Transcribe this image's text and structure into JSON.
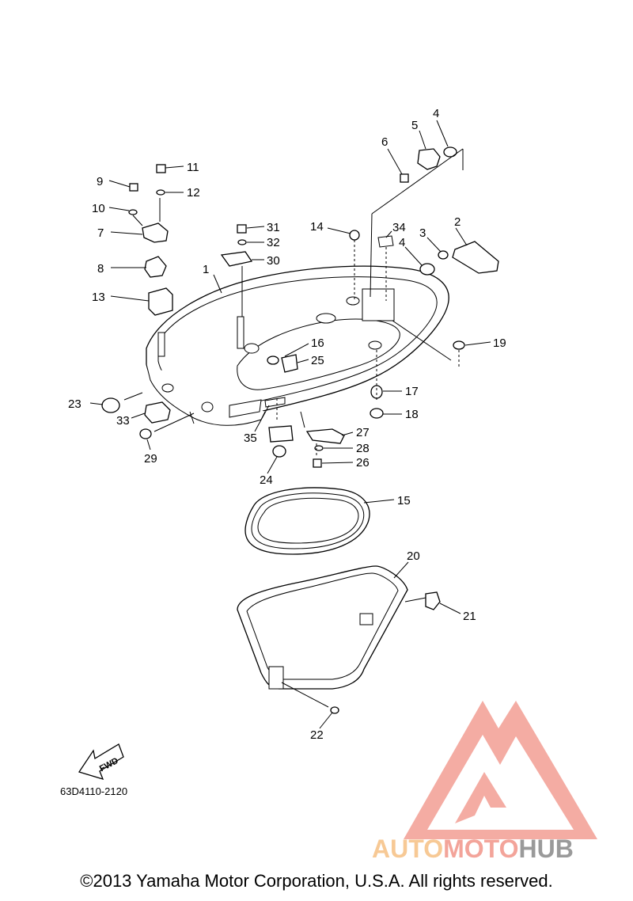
{
  "diagram": {
    "part_code": "63D4110-2120",
    "fwd_label": "FWD",
    "callouts": [
      "1",
      "2",
      "3",
      "4",
      "4",
      "5",
      "6",
      "7",
      "8",
      "9",
      "10",
      "11",
      "12",
      "13",
      "14",
      "15",
      "16",
      "17",
      "18",
      "19",
      "20",
      "21",
      "22",
      "23",
      "24",
      "25",
      "26",
      "27",
      "28",
      "29",
      "30",
      "31",
      "32",
      "33",
      "34",
      "35"
    ]
  },
  "watermark": {
    "part1": "AUTO",
    "part2": "MOTO",
    "part3": "HUB",
    "colors": {
      "auto": "#f7c995",
      "moto": "#f3a49a",
      "hub": "#9a9a9a",
      "logo": "#f3a49a"
    }
  },
  "footer": {
    "copyright": "©2013 Yamaha Motor Corporation, U.S.A. All rights reserved."
  }
}
